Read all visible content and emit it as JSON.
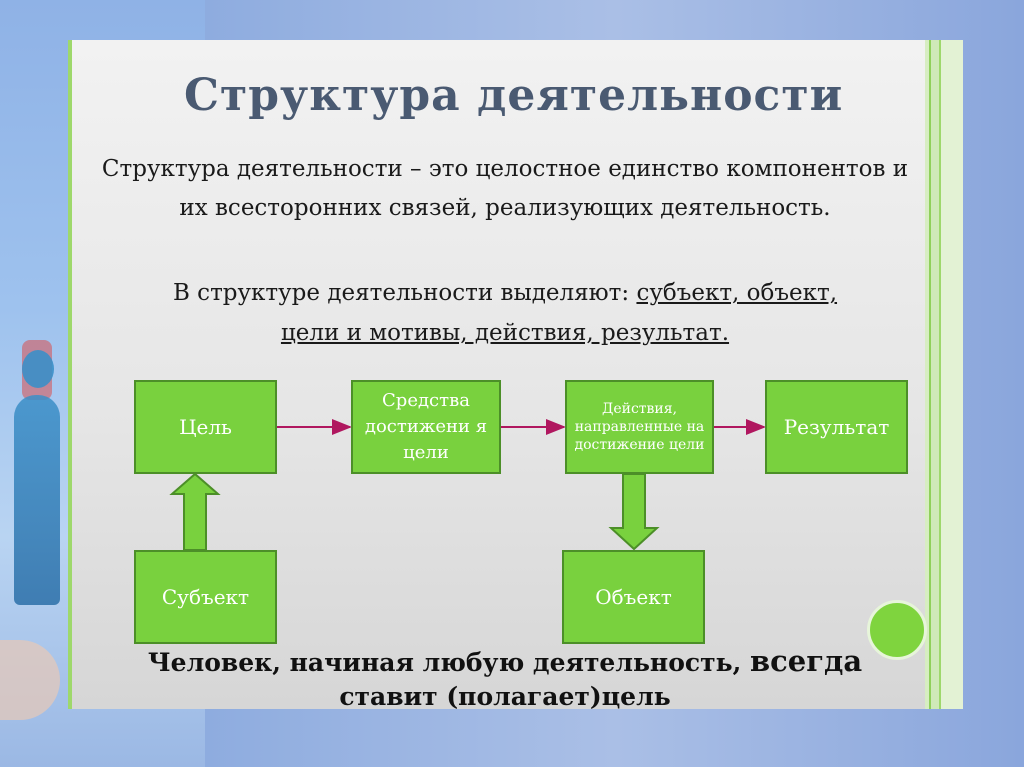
{
  "slide": {
    "title": "Структура деятельности",
    "definition": "Структура деятельности – это целостное единство компонентов и их всесторонних связей, реализующих деятельность.",
    "highlight_prefix": "В структуре деятельности выделяют: ",
    "highlight_line1_u": "субъект, объект,",
    "highlight_line2_u": "цели и мотивы, действия, результат. ",
    "conclusion_part1": "Человек, начиная любую деятельность, ",
    "conclusion_bold": "всегда",
    "conclusion_part2": "ставит (полагает)цель"
  },
  "diagram": {
    "nodes": {
      "goal": "Цель",
      "means": "Средства достижени я цели",
      "actions": "Действия, направленные на достижение цели",
      "result": "Результат",
      "subject": "Субъект",
      "object": "Объект"
    },
    "edges": [
      {
        "from": "goal",
        "to": "means"
      },
      {
        "from": "means",
        "to": "actions"
      },
      {
        "from": "actions",
        "to": "result"
      },
      {
        "from": "subject",
        "to": "goal"
      },
      {
        "from": "actions",
        "to": "object"
      }
    ]
  },
  "colors": {
    "box_fill": "#79d13e",
    "box_border": "#4c8f28",
    "connector": "#b0175f",
    "title": "#4a5a72"
  }
}
